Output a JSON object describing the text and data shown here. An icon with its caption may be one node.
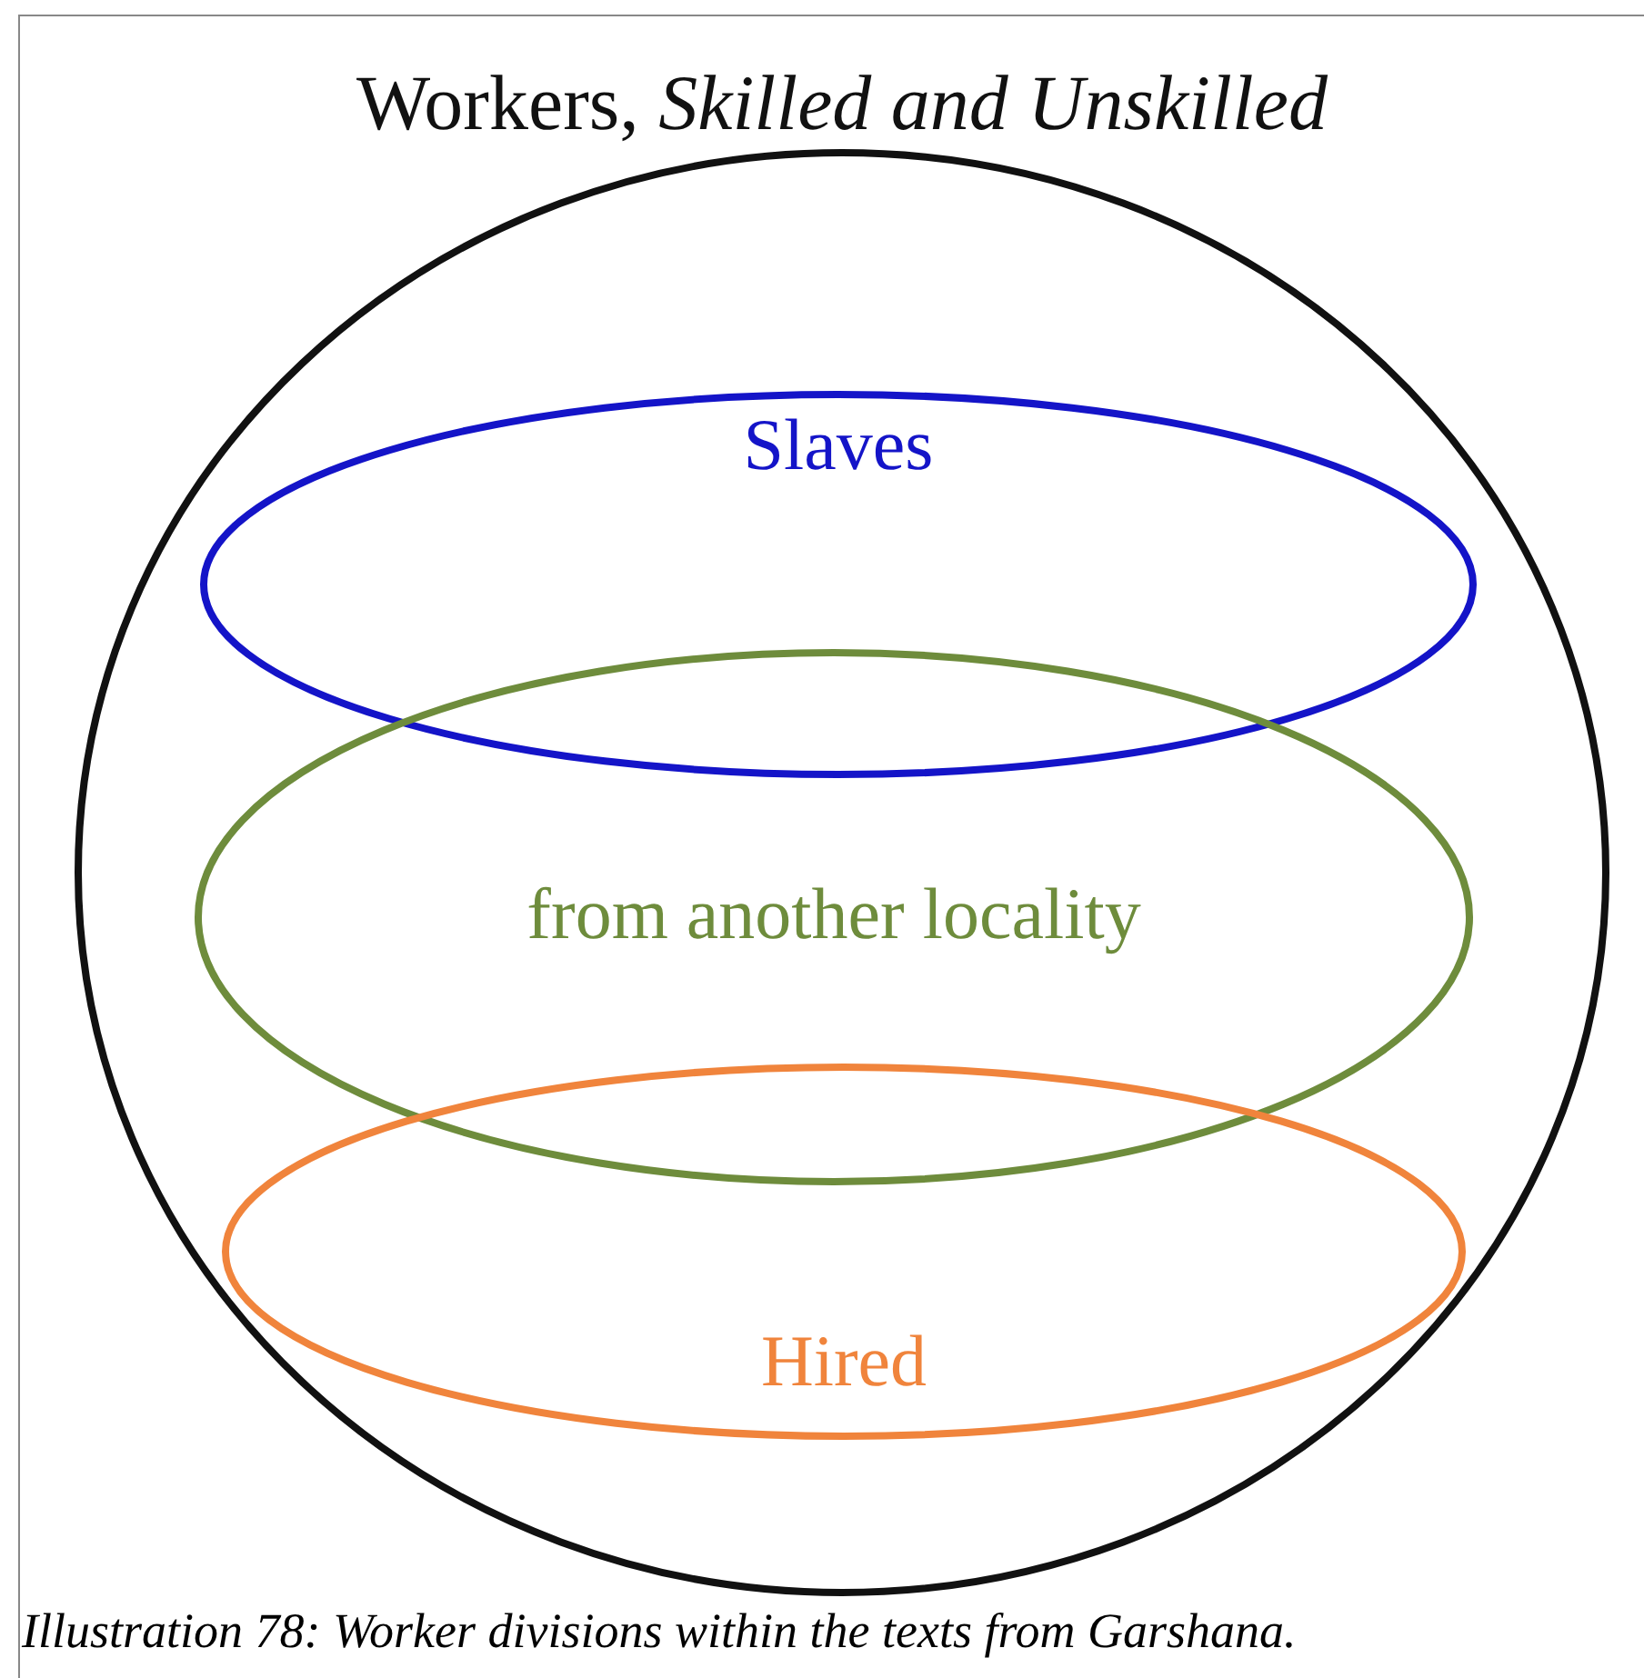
{
  "diagram": {
    "nodes": [
      {
        "text": [
          "Workers, *Skilled and Unskilled*"
        ]
      },
      {
        "text": [
          "Slaves"
        ],
        "in": 0
      },
      {
        "text": [
          "from another locality"
        ],
        "in": 0
      },
      {
        "text": [
          "Hired"
        ],
        "in": 0
      }
    ],
    "caption": "Illustration 78: Worker divisions within the texts from Garshana."
  }
}
